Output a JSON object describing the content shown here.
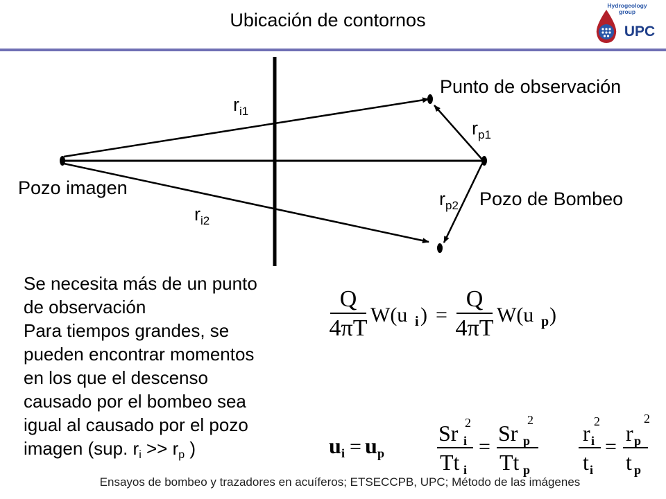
{
  "title": "Ubicación de contornos",
  "logo": {
    "line1": "Hydrogeology",
    "line2": "group",
    "brand": "UPC"
  },
  "diagram": {
    "observation_label": "Punto de observación",
    "image_well_label": "Pozo imagen",
    "pumping_well_label": "Pozo de Bombeo",
    "ri1": {
      "base": "r",
      "sub": "i1"
    },
    "ri2": {
      "base": "r",
      "sub": "i2"
    },
    "rp1": {
      "base": "r",
      "sub": "p1"
    },
    "rp2": {
      "base": "r",
      "sub": "p2"
    }
  },
  "text": {
    "line1": "Se necesita más de un punto",
    "line2": "de observación",
    "line3": "Para tiempos grandes, se",
    "line4": "pueden encontrar momentos",
    "line5": "en los que el descenso",
    "line6": "causado por el bombeo sea",
    "line7": "igual al causado por el pozo",
    "line8_start": "imagen (sup. r",
    "line8_sub1": "i",
    "line8_mid": " >> r",
    "line8_sub2": "p",
    "line8_end": " )"
  },
  "equations": {
    "eq1_num": "Q",
    "eq1_den": "4πT",
    "eq1_w_left": "W(u",
    "eq1_w_left_sub": "i",
    "eq1_w_right": "W(u",
    "eq1_w_right_sub": "p",
    "close": ")",
    "equals": "=",
    "eq2_u": "u",
    "eq2_left_sub": "i",
    "eq2_right_sub": "p",
    "eq3_num_left": "Sr",
    "eq3_den_left": "Tt",
    "eq3_num_right": "Sr",
    "eq3_den_right": "Tt",
    "exp": "2",
    "eq4_num": "r",
    "eq4_den": "t"
  },
  "footer": "Ensayos de bombeo y trazadores en acuíferos; ETSECCPB, UPC; Método de las imágenes",
  "colors": {
    "rule": "#6f6fb4",
    "logo_blue": "#2a57a8",
    "logo_red": "#b2202a"
  }
}
